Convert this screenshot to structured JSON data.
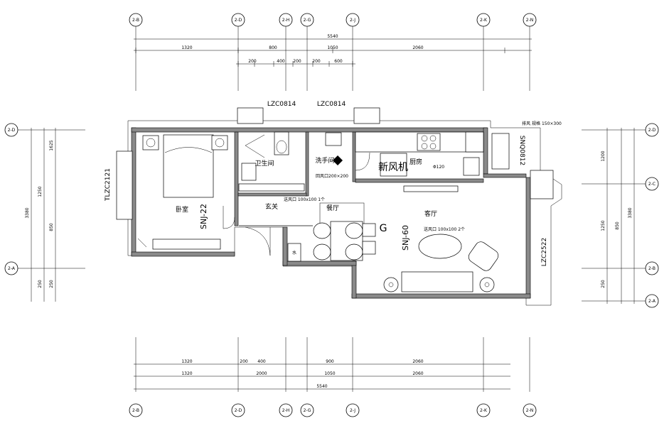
{
  "axes": {
    "vertical": [
      "2-B",
      "2-D",
      "2-H",
      "2-G",
      "2-J",
      "2-K",
      "2-N"
    ],
    "horizontal": [
      "2-A",
      "2-B",
      "2-C",
      "2-D"
    ]
  },
  "dims": {
    "top_total": "5540",
    "top_row1": [
      "1320",
      "800",
      "1050",
      "2060"
    ],
    "top_row2": [
      "200",
      "400",
      "200",
      "200",
      "600"
    ],
    "bottom_row1": [
      "1320",
      "200",
      "400",
      "900",
      "2060"
    ],
    "bottom_row2": [
      "1320",
      "2000",
      "1050",
      "2060"
    ],
    "bottom_total": "5540",
    "left": [
      "1250",
      "1625",
      "850",
      "250",
      "250"
    ],
    "left_total": "3380",
    "right": [
      "1200",
      "1250",
      "850",
      "250"
    ],
    "right_total": "3380",
    "right2": "3380"
  },
  "windows": {
    "top_1": "LZC0814",
    "top_2": "LZC0814",
    "left": "TLZC2121",
    "right": "LZC2522",
    "right_top": "SNQ0812"
  },
  "rooms": {
    "bedroom": "卧室",
    "bathroom": "卫生间",
    "wash": "洗手间",
    "wash_note": "回风口200×200",
    "kitchen": "厨房",
    "kitchen_size": "Φ120",
    "new_air": "新风机",
    "foyer": "玄关",
    "foyer_note": "送风口 100x100 1个",
    "dining": "餐厅",
    "living": "客厅",
    "living_note": "送风口 100x100 2个",
    "water": "水",
    "top_note": "排风 规格 150×300"
  },
  "tags": {
    "snj22": "SNJ-22",
    "snj60": "SNJ-60",
    "g": "G"
  }
}
